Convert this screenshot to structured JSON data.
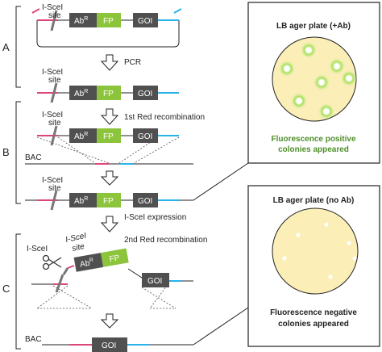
{
  "sections": {
    "a": "A",
    "b": "B",
    "c": "C"
  },
  "construct": {
    "site_label_line1": "I-SceI",
    "site_label_line2": "site",
    "ab_label": "Ab",
    "ab_superscript": "R",
    "fp_label": "FP",
    "goi_label": "GOI"
  },
  "steps": {
    "pcr": "PCR",
    "red1": "1st Red recombination",
    "isce_expression": "I-SceI expression",
    "red2": "2nd Red recombination"
  },
  "bac_label": "BAC",
  "enzyme_label": "I-SceI",
  "plate_top": {
    "title": "LB ager plate (+Ab)",
    "caption_line1": "Fluorescence positive",
    "caption_line2": "colonies appeared"
  },
  "plate_bottom": {
    "title": "LB ager plate (no Ab)",
    "caption_line1": "Fluorescence negative",
    "caption_line2": "colonies appeared"
  },
  "colors": {
    "ab_block": "#505050",
    "fp_block": "#8cc43c",
    "goi_block": "#505050",
    "left_arm": "#e0457a",
    "right_arm": "#29b3e8",
    "plate_fill": "#fbeeb6",
    "positive_text": "#4e8f2a",
    "glow": "#7fd23c"
  }
}
